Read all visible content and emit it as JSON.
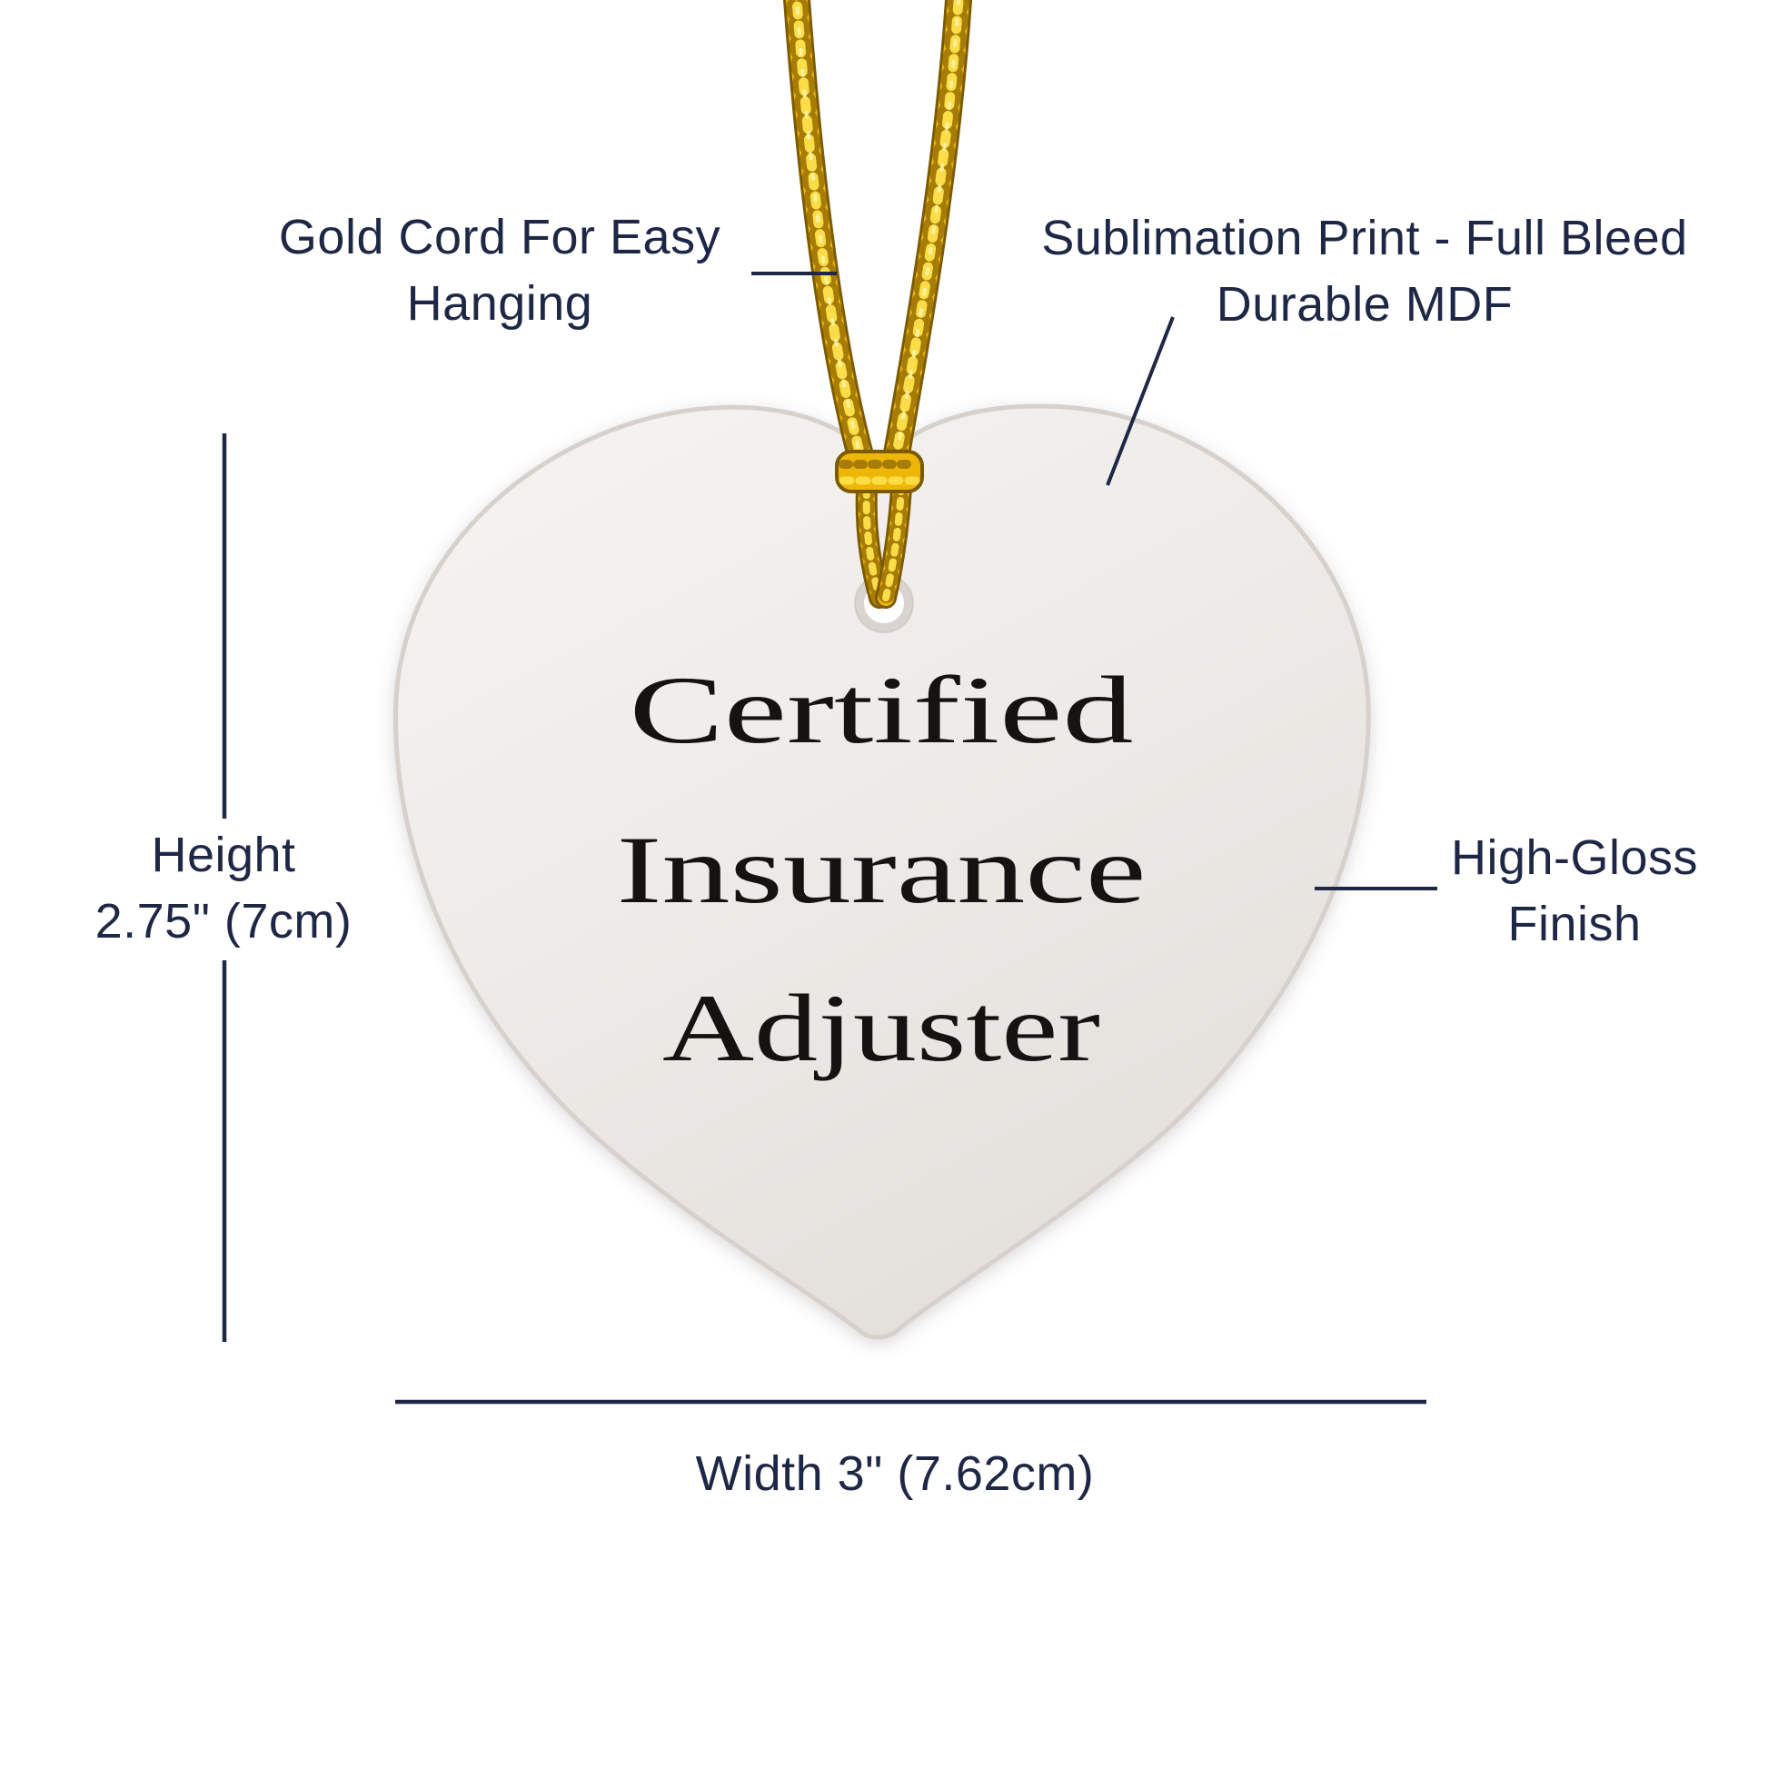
{
  "page": {
    "background": "#ffffff"
  },
  "colors": {
    "label_text": "#1e2746",
    "callout_line": "#1e2746",
    "heart_fill_top": "#f5f3f1",
    "heart_fill_bottom": "#e5e1dd",
    "heart_edge": "#d6d1cc",
    "heart_text": "#151312",
    "cord_gold": "#eeb708",
    "cord_dark": "#5f4200",
    "cord_highlight": "#ffe24d",
    "hole_ring": "#d9d4d0"
  },
  "callouts": {
    "gold_cord": {
      "line1": "Gold Cord For Easy",
      "line2": "Hanging"
    },
    "sublimation": {
      "line1": "Sublimation Print - Full Bleed",
      "line2": "Durable MDF"
    },
    "high_gloss": {
      "line1": "High-Gloss",
      "line2": "Finish"
    }
  },
  "measurements": {
    "height": {
      "line1": "Height",
      "line2": "2.75\" (7cm)"
    },
    "width": {
      "label": "Width 3\" (7.62cm)"
    }
  },
  "ornament": {
    "text_line1": "Certified",
    "text_line2": "Insurance",
    "text_line3": "Adjuster"
  }
}
